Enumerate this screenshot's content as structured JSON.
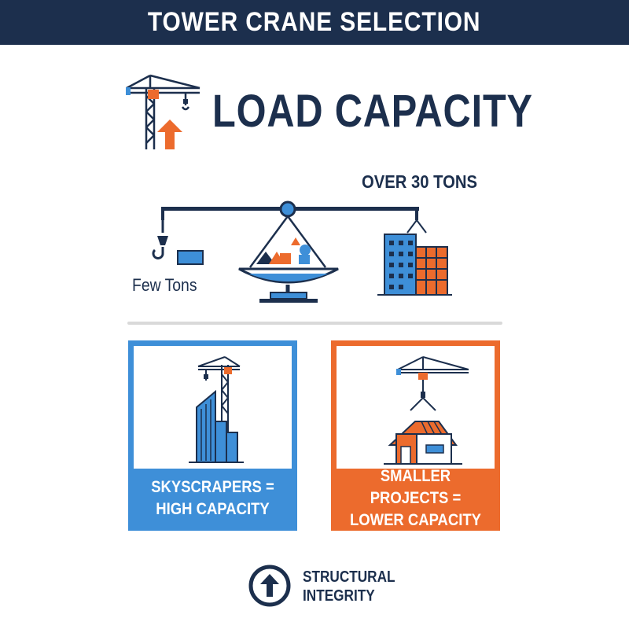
{
  "header": {
    "title": "TOWER CRANE SELECTION"
  },
  "hero": {
    "title": "LOAD CAPACITY",
    "icon": "crane-lift-icon"
  },
  "scale": {
    "heavy_label": "OVER 30 TONS",
    "light_label": "Few Tons"
  },
  "cards": [
    {
      "line1": "SKYSCRAPERS =",
      "line2": "HIGH CAPACITY",
      "color": "#3e8fd8",
      "icon": "skyscraper-crane-icon"
    },
    {
      "line1": "SMALLER PROJECTS =",
      "line2": "LOWER CAPACITY",
      "color": "#ec6b2d",
      "icon": "house-crane-icon"
    }
  ],
  "footer": {
    "line1": "STRUCTURAL",
    "line2": "INTEGRITY",
    "icon": "up-arrow-circle-icon"
  },
  "colors": {
    "navy": "#1c2f4d",
    "blue": "#3e8fd8",
    "orange": "#ec6b2d"
  }
}
